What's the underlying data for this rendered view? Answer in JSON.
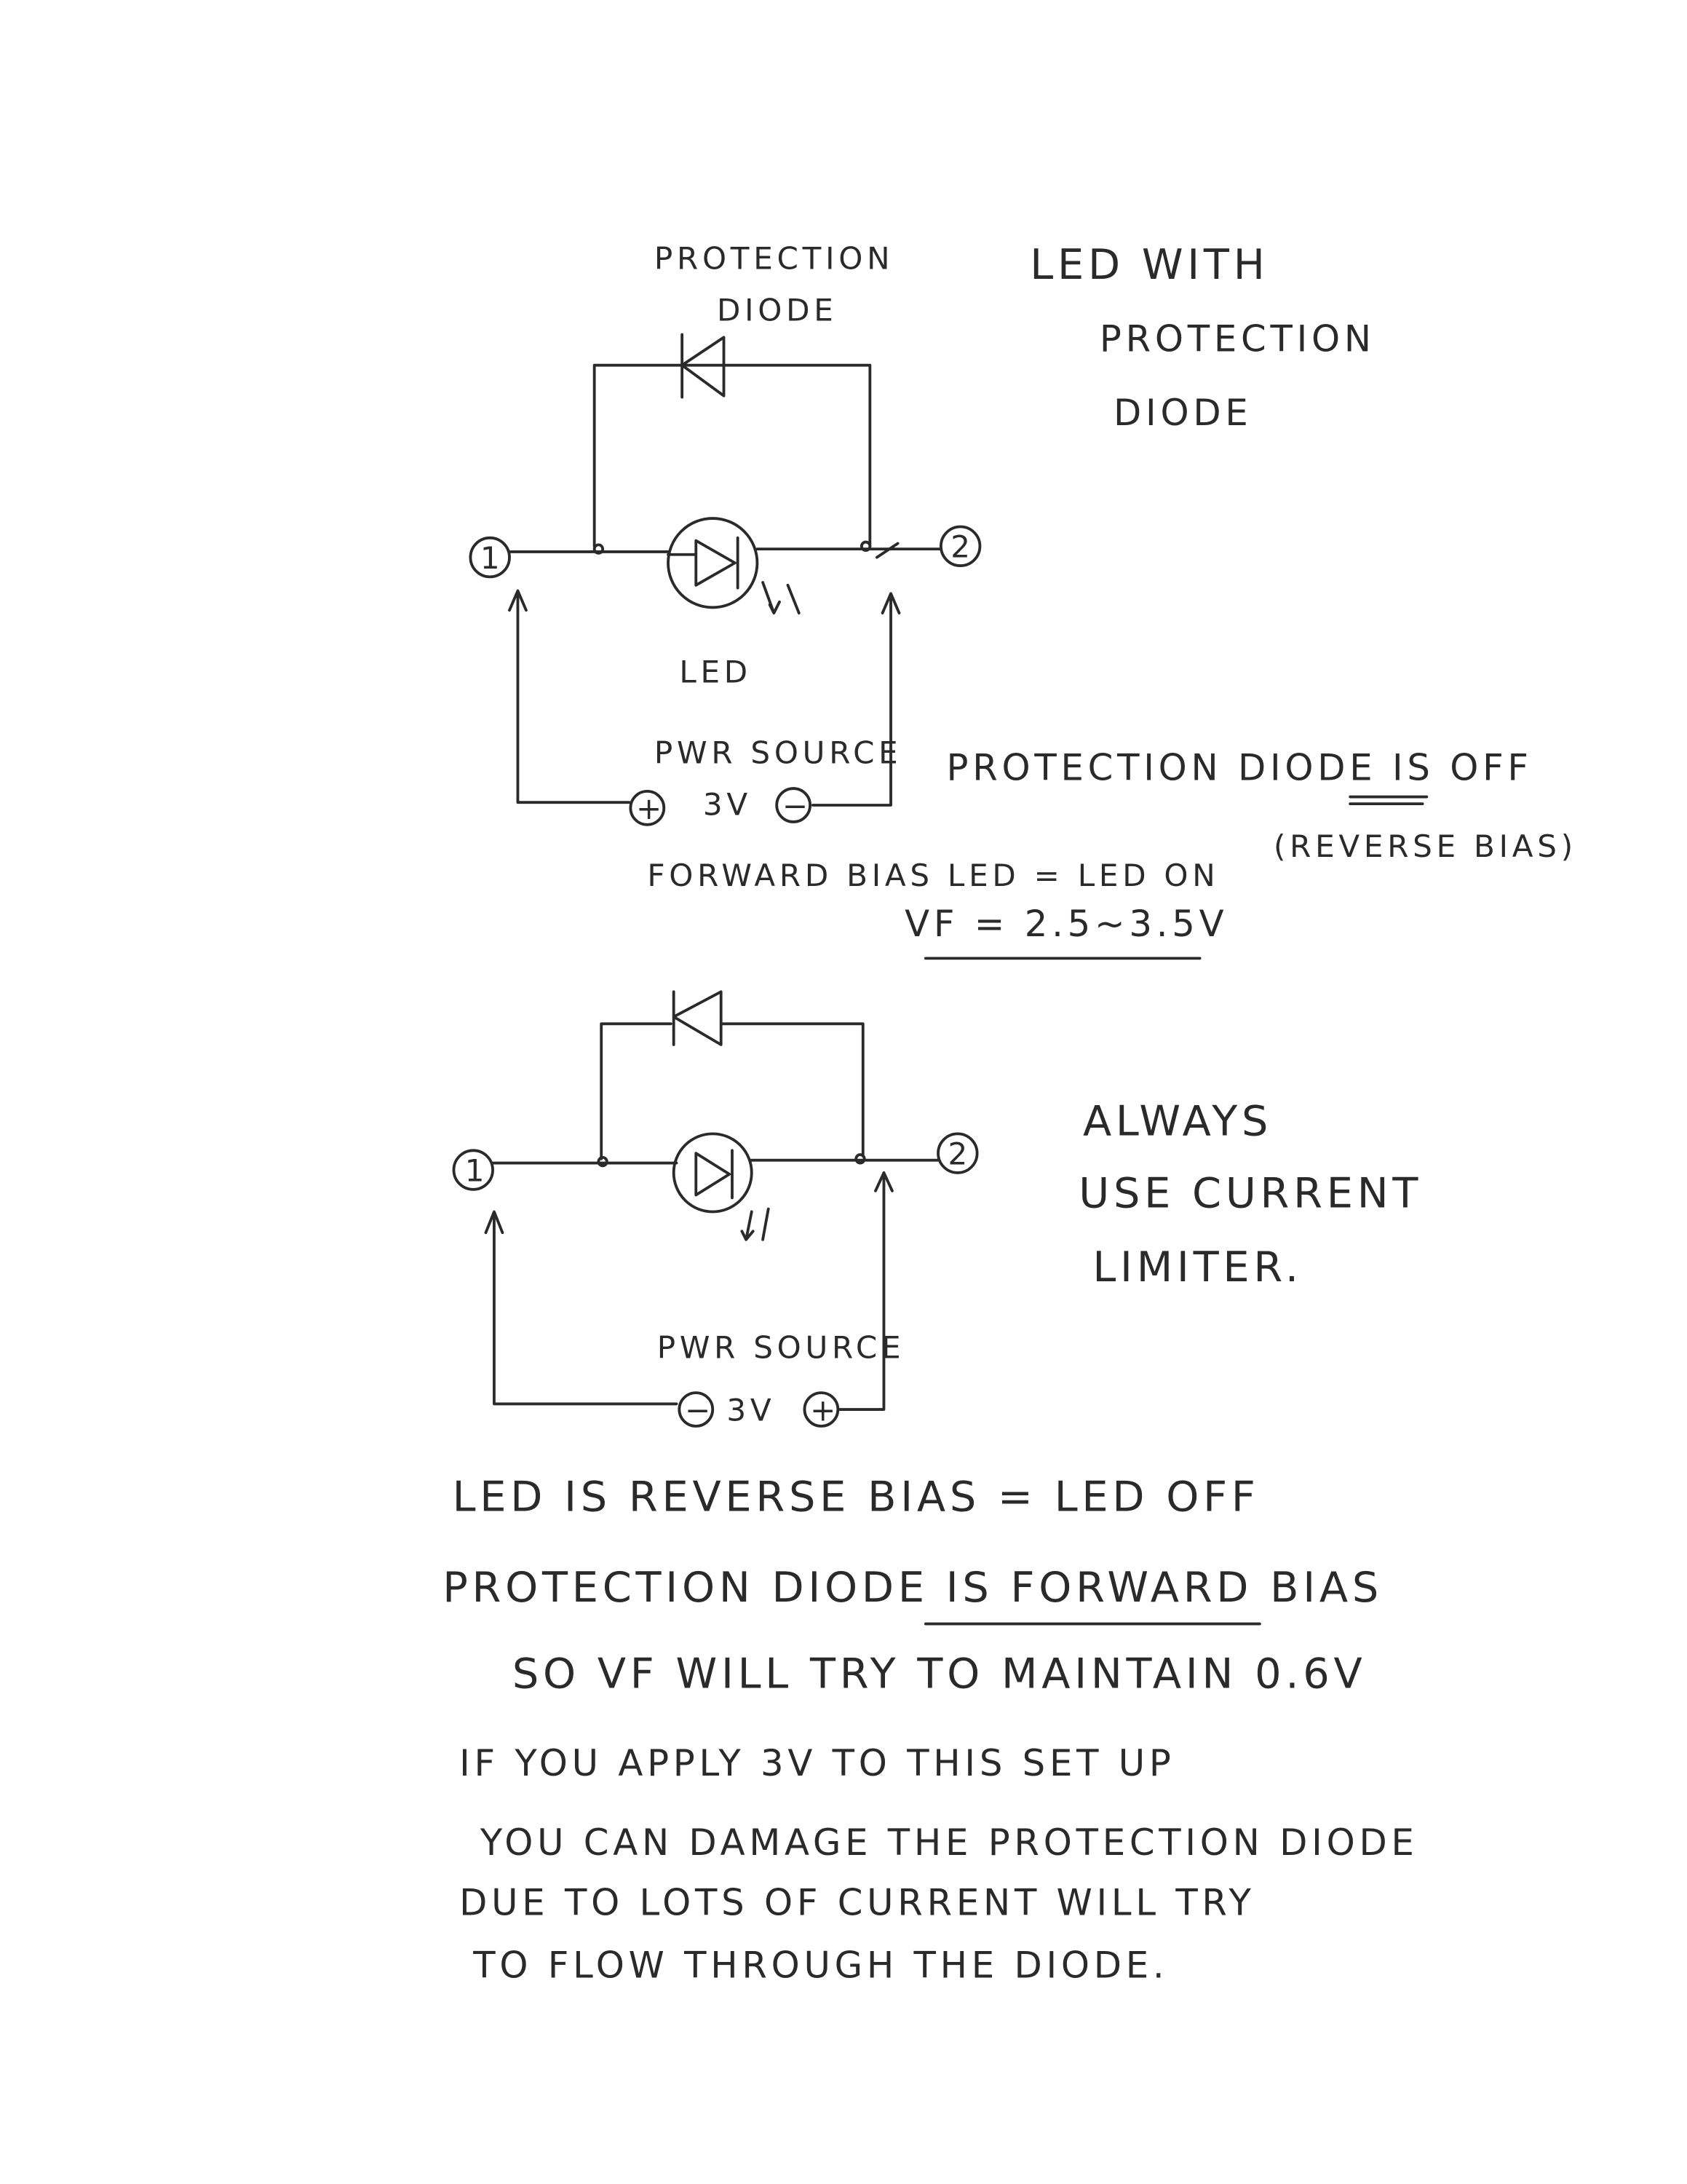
{
  "title": [
    "LED WITH",
    "PROTECTION",
    "DIODE"
  ],
  "circuit1": {
    "protection_diode_label": [
      "PROTECTION",
      "DIODE"
    ],
    "node1": "1",
    "node2": "2",
    "led_label": "LED",
    "power_source_label": "PWR SOURCE",
    "plus": "+",
    "voltage": "3V",
    "minus": "−",
    "note_protection": "PROTECTION DIODE IS OFF",
    "note_reverse": "(REVERSE BIAS)",
    "note_forward": "FORWARD BIAS LED = LED ON",
    "note_vf": "VF = 2.5~3.5V"
  },
  "circuit2": {
    "node1": "1",
    "node2": "2",
    "power_source_label": "PWR SOURCE",
    "minus": "−",
    "voltage": "3V",
    "plus": "+",
    "side_note": [
      "ALWAYS",
      "USE CURRENT",
      "LIMITER."
    ]
  },
  "notes": [
    "LED IS REVERSE BIAS = LED OFF",
    "PROTECTION DIODE IS FORWARD BIAS",
    "SO VF WILL TRY TO MAINTAIN 0.6V",
    "IF YOU APPLY 3V TO THIS SET UP",
    "YOU CAN DAMAGE THE PROTECTION DIODE",
    "DUE TO LOTS OF CURRENT WILL TRY",
    "TO FLOW THROUGH THE DIODE."
  ],
  "colors": {
    "ink": "#2a2a2a",
    "paper": "#ffffff"
  }
}
